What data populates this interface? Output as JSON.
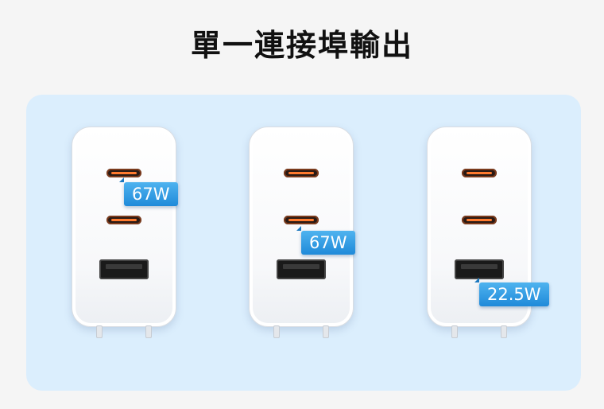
{
  "title": "單一連接埠輸出",
  "chargers": [
    {
      "badge": "67W"
    },
    {
      "badge": "67W"
    },
    {
      "badge": "22.5W"
    }
  ],
  "colors": {
    "panel": "#dbeefd",
    "badge": "#2a95e0",
    "usbc_accent": "#ff7a2e"
  }
}
